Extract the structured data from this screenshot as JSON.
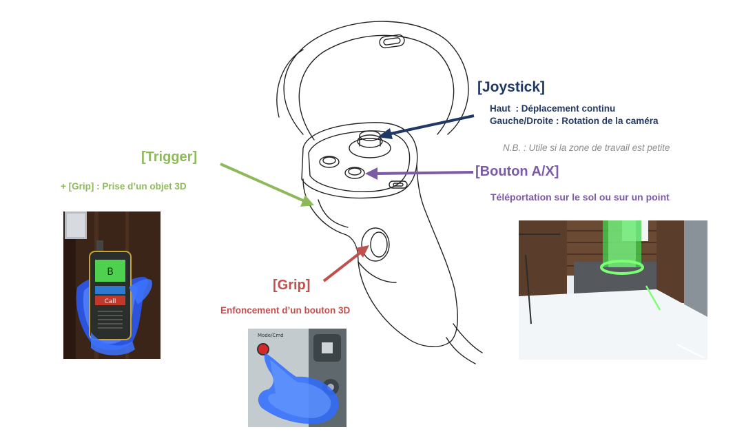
{
  "joystick": {
    "title": "[Joystick]",
    "line1": "Haut  : Déplacement continu",
    "line2": "Gauche/Droite : Rotation de la caméra",
    "note": "N.B. : Utile si la zone de travail est petite",
    "color": "#1f3864"
  },
  "bouton_ax": {
    "title": "[Bouton A/X]",
    "description": "Téléportation sur le sol ou sur un point",
    "color": "#7b5aa6"
  },
  "trigger": {
    "title": "[Trigger]",
    "description": "+ [Grip] : Prise d’un objet 3D",
    "color": "#8db95a"
  },
  "grip": {
    "title": "[Grip]",
    "description": "Enfoncement d’un bouton 3D",
    "color": "#c0504d"
  },
  "photos": {
    "trigger_device": {
      "screen_text": "B",
      "button_text": "Call"
    },
    "grip_panel": {
      "label_text": "Mode/Cmd"
    }
  }
}
